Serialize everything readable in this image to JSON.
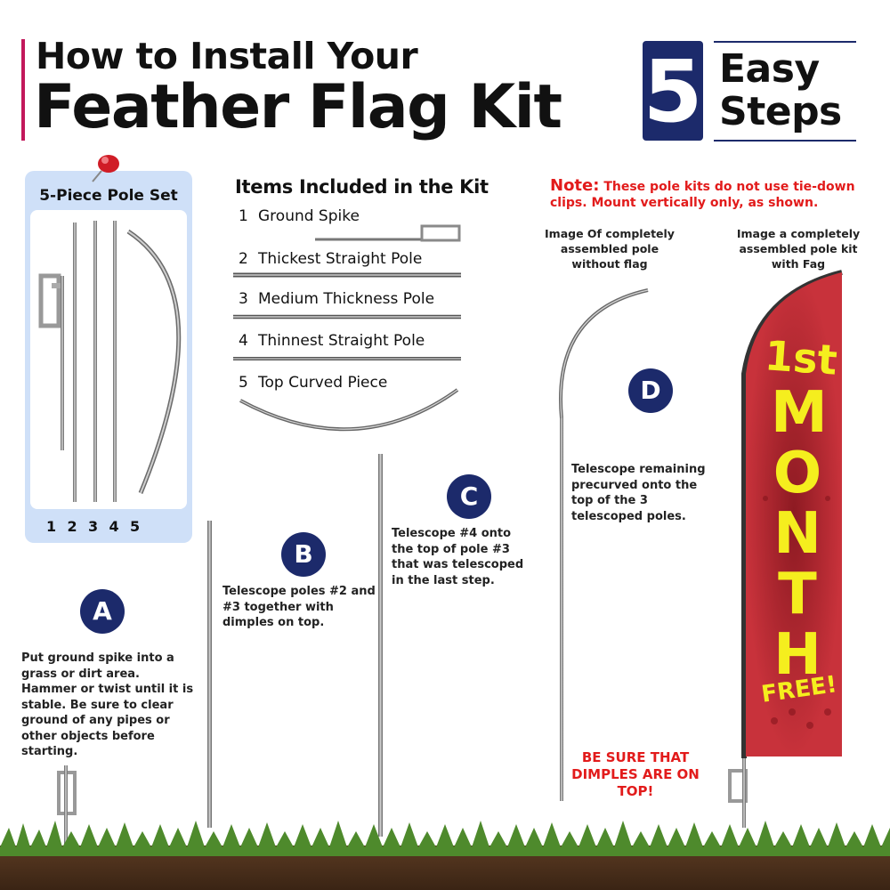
{
  "header": {
    "title_line1": "How to Install Your",
    "title_line2": "Feather Flag Kit",
    "badge_number": "5",
    "badge_word1": "Easy",
    "badge_word2": "Steps"
  },
  "pole_set": {
    "title": "5-Piece Pole Set",
    "numbers": [
      "1",
      "2",
      "3",
      "4",
      "5"
    ]
  },
  "kit": {
    "title": "Items Included in the Kit",
    "items": [
      {
        "num": "1",
        "label": "Ground Spike"
      },
      {
        "num": "2",
        "label": "Thickest Straight Pole"
      },
      {
        "num": "3",
        "label": "Medium Thickness Pole"
      },
      {
        "num": "4",
        "label": "Thinnest Straight Pole"
      },
      {
        "num": "5",
        "label": "Top Curved Piece"
      }
    ]
  },
  "note": {
    "label": "Note:",
    "text": "These pole kits do not use tie-down clips. Mount vertically only, as shown."
  },
  "captions": {
    "assembled_pole": "Image Of completely assembled pole without flag",
    "assembled_kit": "Image a completely assembled pole kit with Fag"
  },
  "steps": [
    {
      "badge": "A",
      "text": "Put ground spike into a grass or dirt area. Hammer or twist until it is stable. Be sure to clear ground of any pipes or other objects before starting."
    },
    {
      "badge": "B",
      "text": "Telescope poles #2 and #3 together with dimples on top."
    },
    {
      "badge": "C",
      "text": "Telescope #4 onto the top of pole #3 that was telescoped in the last step."
    },
    {
      "badge": "D",
      "text": "Telescope remaining precurved onto the top of the 3 telescoped poles."
    }
  ],
  "warning": "BE SURE THAT DIMPLES ARE ON TOP!",
  "flag": {
    "line1": "1st",
    "line2": "MONTH",
    "line3": "FREE!"
  },
  "colors": {
    "navy": "#1c2a6b",
    "note_red": "#e21b1b",
    "panel_blue": "#cfe0f8",
    "flag_red": "#c8323b",
    "flag_yellow": "#f5ee1e"
  }
}
